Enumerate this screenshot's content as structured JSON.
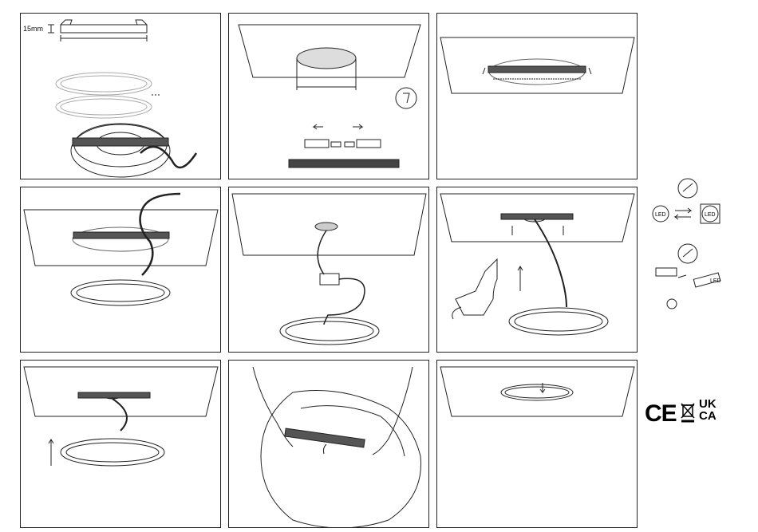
{
  "panel1": {
    "dimension_label": "15mm"
  },
  "side": {
    "led_left": "LED",
    "led_right": "LED",
    "driver_label": "LED"
  },
  "certifications": {
    "ce": "CE",
    "ukca_top": "UK",
    "ukca_bottom": "CA"
  }
}
